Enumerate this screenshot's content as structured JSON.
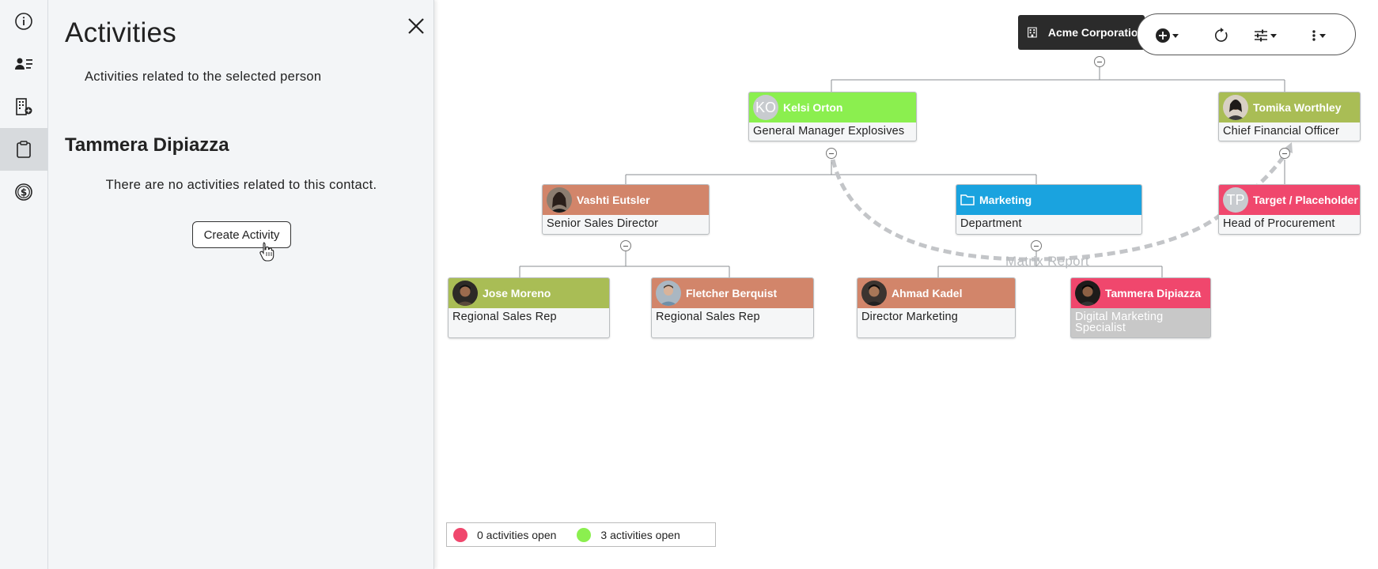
{
  "panel": {
    "title": "Activities",
    "subtitle": "Activities related to the selected person",
    "person_name": "Tammera Dipiazza",
    "empty_message": "There are no activities related to this contact.",
    "create_button": "Create Activity"
  },
  "rail": {
    "items": [
      {
        "icon": "info-icon"
      },
      {
        "icon": "contact-list-icon"
      },
      {
        "icon": "building-add-icon"
      },
      {
        "icon": "clipboard-icon",
        "active": true
      },
      {
        "icon": "dollar-icon"
      }
    ]
  },
  "root": {
    "label": "Acme Corporation"
  },
  "nodes": {
    "kelsi": {
      "name": "Kelsi Orton",
      "title": "General Manager Explosives",
      "initials": "KO",
      "color": "#8bef4f"
    },
    "tomika": {
      "name": "Tomika Worthley",
      "title": "Chief Financial Officer",
      "color": "#a9bd55"
    },
    "vashti": {
      "name": "Vashti Eutsler",
      "title": "Senior Sales Director",
      "color": "#d2856a"
    },
    "marketing": {
      "name": "Marketing",
      "title": "Department",
      "color": "#1aa3df"
    },
    "target": {
      "name": "Target / Placeholder",
      "title": "Head of Procurement",
      "initials": "TP",
      "color": "#f0476d"
    },
    "jose": {
      "name": "Jose Moreno",
      "title": "Regional Sales Rep",
      "color": "#a9bd55"
    },
    "fletcher": {
      "name": "Fletcher Berquist",
      "title": "Regional Sales Rep",
      "color": "#d2856a"
    },
    "ahmad": {
      "name": "Ahmad Kadel",
      "title": "Director Marketing",
      "color": "#d2856a"
    },
    "tammera": {
      "name": "Tammera Dipiazza",
      "title": "Digital Marketing Specialist",
      "color": "#f0476d"
    }
  },
  "matrix_label": "Matrix Report",
  "legend": [
    {
      "label": "0 activities open",
      "color": "#f0476d"
    },
    {
      "label": "3 activities open",
      "color": "#8bef4f"
    }
  ]
}
